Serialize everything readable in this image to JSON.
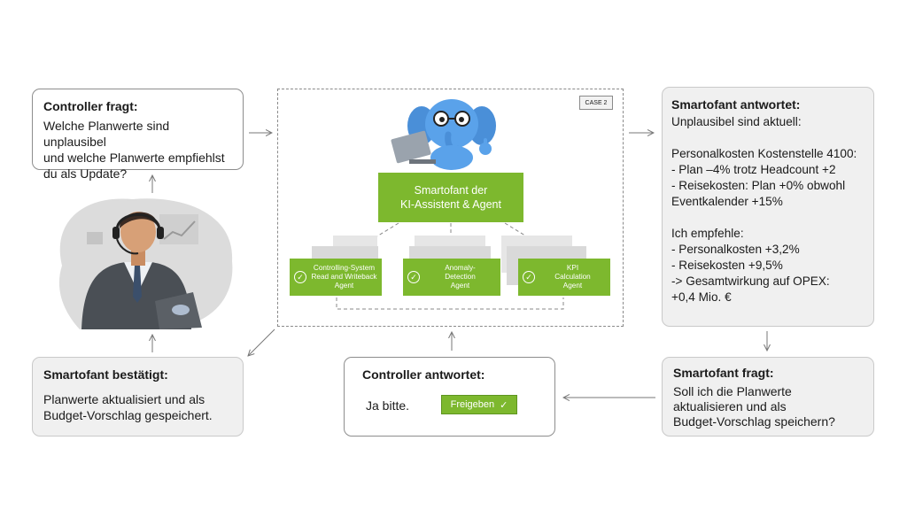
{
  "controller_question": {
    "title": "Controller fragt:",
    "text": "Welche Planwerte sind unplausibel\nund welche Planwerte empfiehlst\ndu als Update?"
  },
  "smartofant_answer": {
    "title": "Smartofant antwortet:",
    "text": "Unplausibel sind aktuell:\n\nPersonalkosten Kostenstelle 4100:\n- Plan –4% trotz Headcount +2\n-  Reisekosten: Plan +0% obwohl\n    Eventkalender +15%\n\nIch empfehle:\n-  Personalkosten +3,2%\n-  Reisekosten +9,5%\n-> Gesamtwirkung auf OPEX:\n     +0,4 Mio. €"
  },
  "smartofant_confirm": {
    "title": "Smartofant bestätigt:",
    "text": "Planwerte aktualisiert und als\nBudget-Vorschlag gespeichert."
  },
  "controller_reply": {
    "title": "Controller antwortet:",
    "answer": "Ja bitte.",
    "button": "Freigeben"
  },
  "smartofant_asks": {
    "title": "Smartofant fragt:",
    "text": "Soll ich die Planwerte\naktualisieren und als\nBudget-Vorschlag speichern?"
  },
  "case": {
    "badge": "CASE 2",
    "main_agent_line1": "Smartofant der",
    "main_agent_line2": "KI-Assistent & Agent",
    "agents": [
      {
        "label": "Controlling-System\nRead and Writeback\nAgent"
      },
      {
        "label": "Anomaly-\nDetection\nAgent"
      },
      {
        "label": "KPI\nCalculation\nAgent"
      }
    ]
  },
  "colors": {
    "accent_green": "#7db82e",
    "grey_box": "#f0f0f0",
    "border": "#8d8d8d"
  },
  "icons": [
    "check-icon",
    "elephant-mascot",
    "controller-headset-person"
  ]
}
